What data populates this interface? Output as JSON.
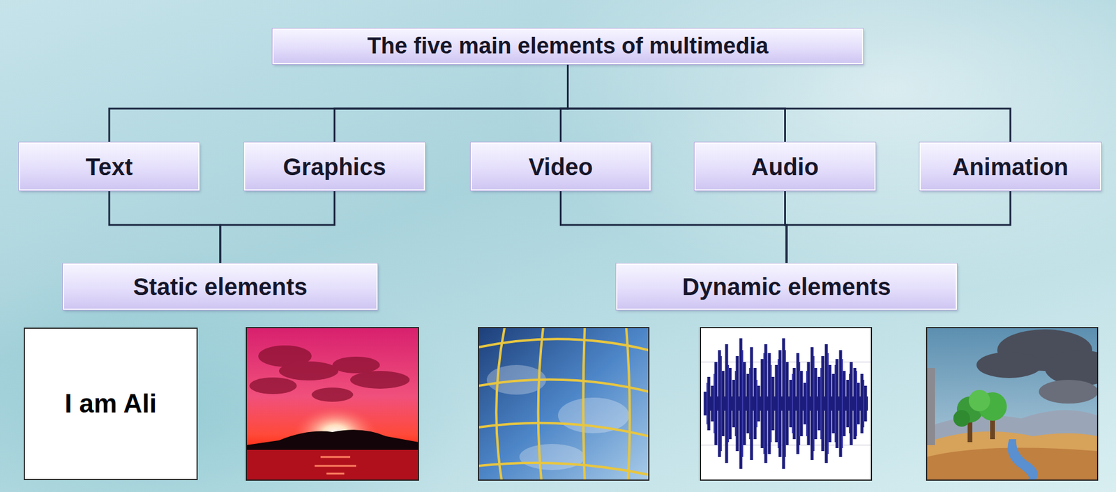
{
  "diagram": {
    "nodes": [
      {
        "text": [
          "The five main elements of multimedia"
        ]
      },
      {
        "text": [
          "Text"
        ]
      },
      {
        "text": [
          "Graphics"
        ]
      },
      {
        "text": [
          "Video"
        ]
      },
      {
        "text": [
          "Audio"
        ]
      },
      {
        "text": [
          "Animation"
        ]
      },
      {
        "text": [
          "Static elements"
        ]
      },
      {
        "text": [
          "Dynamic elements"
        ]
      },
      {
        "text": [
          "I am Ali"
        ]
      }
    ],
    "edges": [
      {
        "from": 0,
        "to": 1,
        "arrow": "none"
      },
      {
        "from": 0,
        "to": 2,
        "arrow": "none"
      },
      {
        "from": 0,
        "to": 3,
        "arrow": "none"
      },
      {
        "from": 0,
        "to": 4,
        "arrow": "none"
      },
      {
        "from": 0,
        "to": 5,
        "arrow": "none"
      },
      {
        "from": 1,
        "to": 6,
        "arrow": "none"
      },
      {
        "from": 2,
        "to": 6,
        "arrow": "none"
      },
      {
        "from": 3,
        "to": 7,
        "arrow": "none"
      },
      {
        "from": 4,
        "to": 7,
        "arrow": "none"
      },
      {
        "from": 5,
        "to": 7,
        "arrow": "none"
      }
    ]
  }
}
